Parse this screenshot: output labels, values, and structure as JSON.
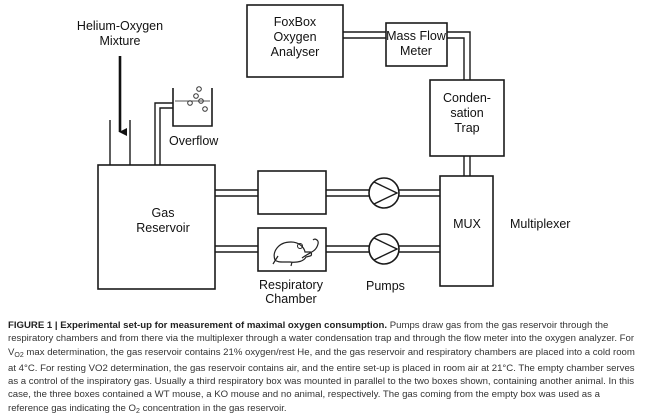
{
  "diagram": {
    "inlet_label": [
      "Helium-Oxygen",
      "Mixture"
    ],
    "overflow_label": "Overflow",
    "reservoir_label": [
      "Gas",
      "Reservoir"
    ],
    "chamber_label": [
      "Respiratory",
      "Chamber"
    ],
    "pumps_label": "Pumps",
    "mux_label": "MUX",
    "multiplexer_label": "Multiplexer",
    "trap_label": [
      "Conden-",
      "sation",
      "Trap"
    ],
    "flowmeter_label": [
      "Mass Flow",
      "Meter"
    ],
    "analyser_label": [
      "FoxBox",
      "Oxygen",
      "Analyser"
    ]
  },
  "caption": {
    "title": "FIGURE 1 | Experimental set-up for measurement of maximal oxygen consumption.",
    "p1": " Pumps draw gas from the gas reservoir through the respiratory chambers and from there via the multiplexer through a water condensation trap and through the flow meter into the oxygen analyzer. For V",
    "p1_sub": "O2",
    "p2": " max determination, the gas reservoir contains 21% oxygen/rest He, and the gas reservoir and respiratory chambers are placed into a cold room at 4°C. For resting VO2 determination, the gas reservoir contains air, and the entire set-up is placed in room air at 21°C. The empty chamber serves as a control of the inspiratory gas. Usually a third respiratory box was mounted in parallel to the two boxes shown, containing another animal. In this case, the three boxes contained a WT mouse, a KO mouse and no animal, respectively. The gas coming from the empty box was used as a reference gas indicating the O",
    "p2_sub": "2",
    "p3": " concentration in the gas reservoir."
  }
}
